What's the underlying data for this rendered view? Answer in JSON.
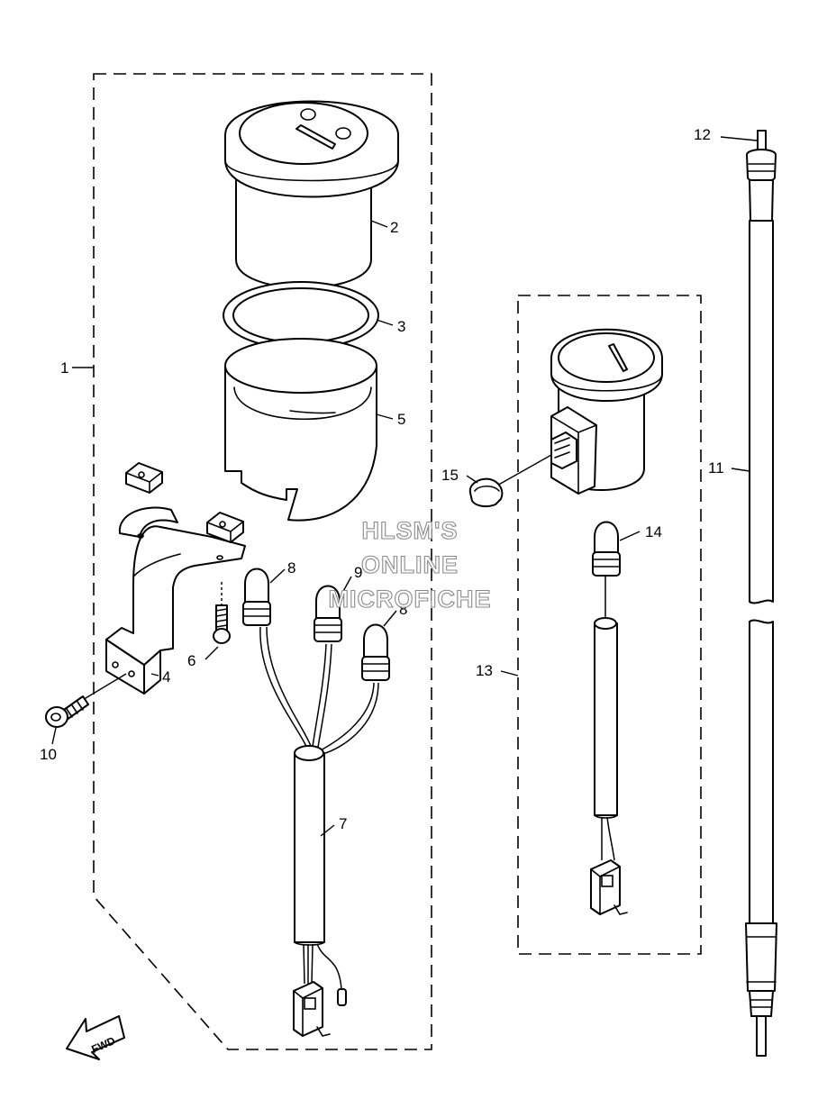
{
  "diagram": {
    "callouts": [
      {
        "id": "1",
        "text": "1"
      },
      {
        "id": "2",
        "text": "2"
      },
      {
        "id": "3",
        "text": "3"
      },
      {
        "id": "4",
        "text": "4"
      },
      {
        "id": "5",
        "text": "5"
      },
      {
        "id": "6",
        "text": "6"
      },
      {
        "id": "7",
        "text": "7"
      },
      {
        "id": "8a",
        "text": "8"
      },
      {
        "id": "8b",
        "text": "8"
      },
      {
        "id": "9",
        "text": "9"
      },
      {
        "id": "10",
        "text": "10"
      },
      {
        "id": "11",
        "text": "11"
      },
      {
        "id": "12",
        "text": "12"
      },
      {
        "id": "13",
        "text": "13"
      },
      {
        "id": "14",
        "text": "14"
      },
      {
        "id": "15",
        "text": "15"
      }
    ],
    "watermark": [
      "HLSM'S",
      "ONLINE",
      "MICROFICHE"
    ],
    "direction_marker": "FWD"
  }
}
